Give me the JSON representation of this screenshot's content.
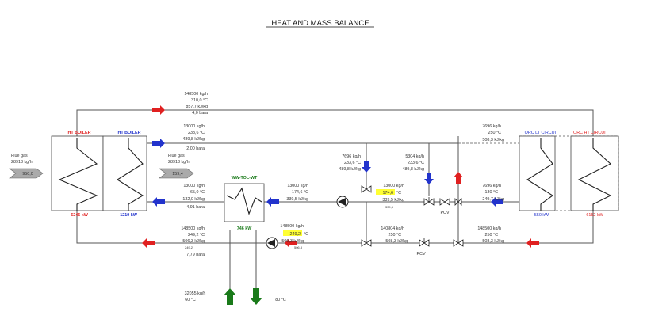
{
  "title": "HEAT AND MASS BALANCE",
  "boilers": {
    "ht1": {
      "name": "HT BOILER",
      "power": "6245 kW"
    },
    "ht2": {
      "name": "HT BOILER",
      "power": "1219 kW"
    }
  },
  "orc": {
    "lt": {
      "name": "ORC LT CIRCUIT",
      "power": "550 kW"
    },
    "ht": {
      "name": "ORC HT CIRCUIT",
      "power": "6152 kW"
    }
  },
  "hx": {
    "name": "WW-TOL-WT",
    "power": "746 kW"
  },
  "flue_in": {
    "label": "Flue gas",
    "flow": "28913 kg/h",
    "temp": "950,0"
  },
  "flue_mid": {
    "label": "Flue gas",
    "flow": "28913 kg/h",
    "temp": "159,4"
  },
  "streams": {
    "top": [
      "148500 kg/h",
      "310,0 °C",
      "857,7 kJ/kg",
      "4,0 bara"
    ],
    "second": [
      "13000 kg/h",
      "233,6 °C",
      "489,8 kJ/kg",
      "2,00 bara"
    ],
    "boiler_return": [
      "13000 kg/h",
      "65,0 °C",
      "132,0 kJ/kg",
      "4,91 bara"
    ],
    "hx_in": [
      "13000 kg/h",
      "174,6 °C",
      "339,5 kJ/kg"
    ],
    "orc_mid_left": [
      "7696 kg/h",
      "233,6 °C",
      "489,8 kJ/kg"
    ],
    "orc_mid_right": [
      "5304 kg/h",
      "233,6 °C",
      "489,8 kJ/kg"
    ],
    "mix": {
      "l1": "13000 kg/h",
      "temp": "174,6",
      "unit": "°C",
      "l3": "339,5 kJ/kg",
      "small": "339,5"
    },
    "right_top": [
      "7696 kg/h",
      "250 °C",
      "508,3 kJ/kg"
    ],
    "right_mid": [
      "7696 kg/h",
      "130 °C",
      "249,7 kJ/kg"
    ],
    "bottom_left": {
      "l1": "148500 kg/h",
      "l2": "249,2 °C",
      "l3": "506,3 kJ/kg",
      "l4": "249,2",
      "l5": "7,79 bara"
    },
    "bottom_mid": {
      "l1": "148500 kg/h",
      "temp": "249,2",
      "unit": "°C",
      "l3": "506,3 kJ/kg",
      "small": "506,3"
    },
    "bottom_right_a": [
      "140804 kg/h",
      "250 °C",
      "508,3 kJ/kg"
    ],
    "bottom_right_b": [
      "148500 kg/h",
      "250 °C",
      "508,3 kJ/kg"
    ],
    "cooling": [
      "32055 kg/h",
      "60 °C"
    ],
    "cooling_out": "80 °C"
  },
  "valves": {
    "pcv1": "PCV",
    "pcv2": "PCV"
  },
  "colors": {
    "red": "#e02020",
    "blue": "#2233cc",
    "green": "#1a7a1a",
    "highlight": "#ffff33"
  }
}
